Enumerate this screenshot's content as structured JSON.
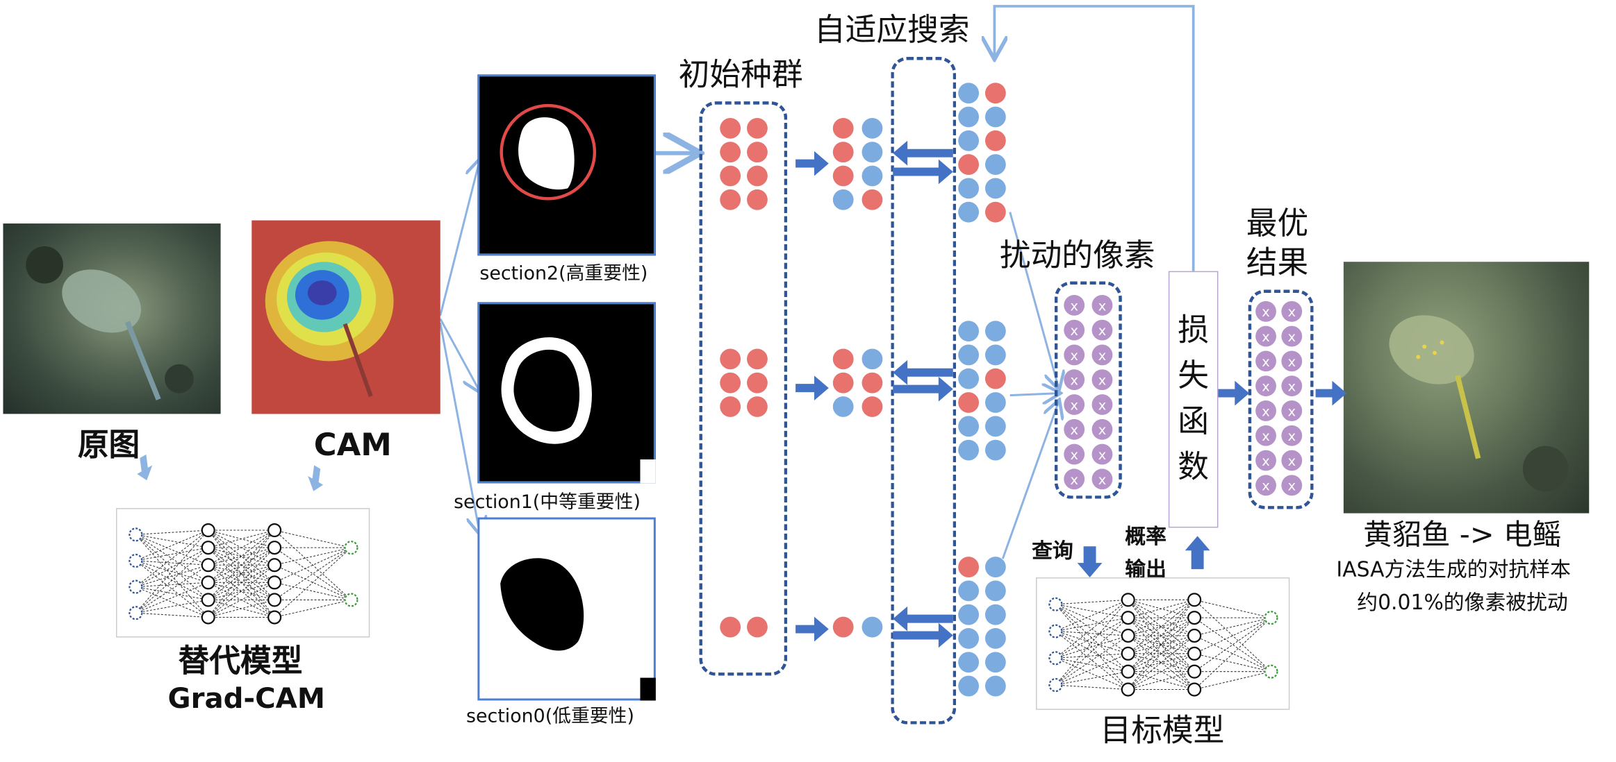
{
  "labels": {
    "original": "原图",
    "cam": "CAM",
    "surrogate_line1": "替代模型",
    "surrogate_line2": "Grad-CAM",
    "section2": "section2(高重要性)",
    "section1": "section1(中等重要性)",
    "section0": "section0(低重要性)",
    "initial_population": "初始种群",
    "adaptive_search": "自适应搜索",
    "perturbed_pixels": "扰动的像素",
    "loss_function": [
      "损",
      "失",
      "函",
      "数"
    ],
    "best_result_line1": "最优",
    "best_result_line2": "结果",
    "query": "查询",
    "prob_output_line1": "概率",
    "prob_output_line2": "输出",
    "target_model": "目标模型",
    "result_caption": "黄貂鱼 -> 电鳐",
    "result_note1": "IASA方法生成的对抗样本",
    "result_note2": "约0.01%的像素被扰动"
  },
  "pixel_marker": "x",
  "colors": {
    "red_dot": "#e8726d",
    "blue_dot": "#7cabe0",
    "purple_dot": "#b593c8",
    "dash_border": "#2f5597",
    "arrow_blue": "#4472c4",
    "thin_line": "#8db3e2",
    "mask_border": "#4a7fd1",
    "circle_highlight": "#e24a4a"
  }
}
